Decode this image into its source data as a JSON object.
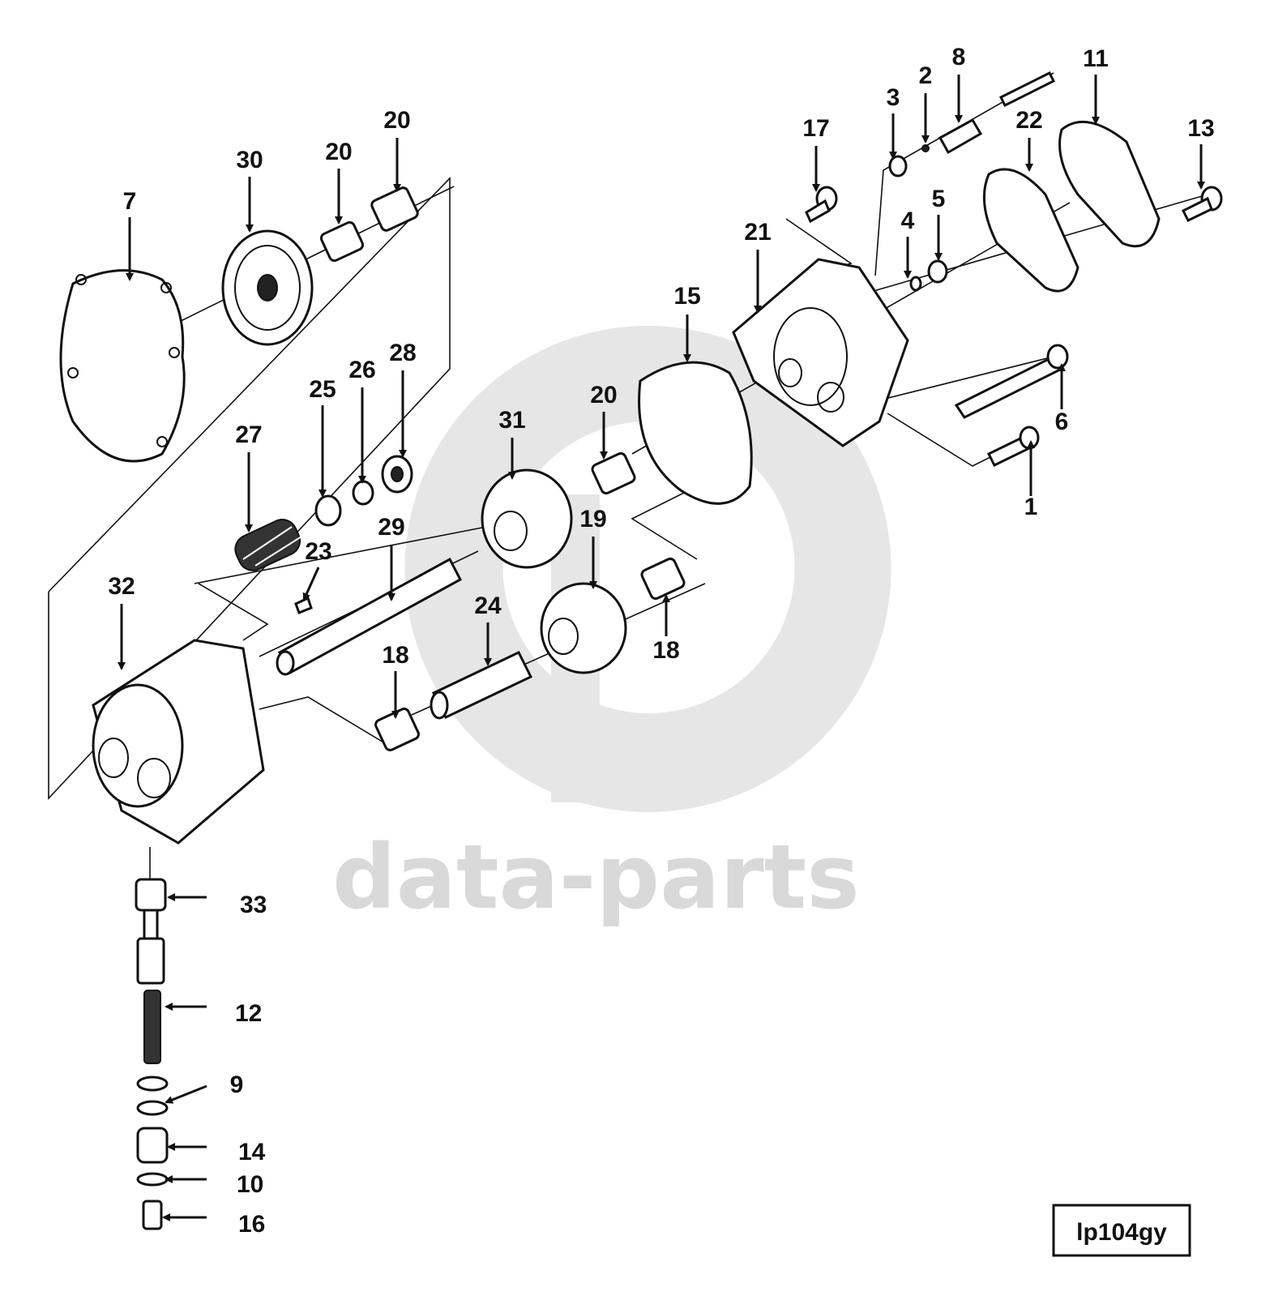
{
  "watermark": {
    "text": "data-parts",
    "color": "#d9d9d9"
  },
  "reference_code": "lp104gy",
  "callouts": [
    {
      "num": "1"
    },
    {
      "num": "2"
    },
    {
      "num": "3"
    },
    {
      "num": "4"
    },
    {
      "num": "5"
    },
    {
      "num": "6"
    },
    {
      "num": "7"
    },
    {
      "num": "8"
    },
    {
      "num": "9"
    },
    {
      "num": "10"
    },
    {
      "num": "11"
    },
    {
      "num": "12"
    },
    {
      "num": "13"
    },
    {
      "num": "14"
    },
    {
      "num": "15"
    },
    {
      "num": "16"
    },
    {
      "num": "17"
    },
    {
      "num": "18"
    },
    {
      "num": "18"
    },
    {
      "num": "19"
    },
    {
      "num": "20"
    },
    {
      "num": "20"
    },
    {
      "num": "20"
    },
    {
      "num": "21"
    },
    {
      "num": "22"
    },
    {
      "num": "23"
    },
    {
      "num": "24"
    },
    {
      "num": "25"
    },
    {
      "num": "26"
    },
    {
      "num": "27"
    },
    {
      "num": "28"
    },
    {
      "num": "29"
    },
    {
      "num": "30"
    },
    {
      "num": "31"
    },
    {
      "num": "32"
    },
    {
      "num": "33"
    }
  ]
}
